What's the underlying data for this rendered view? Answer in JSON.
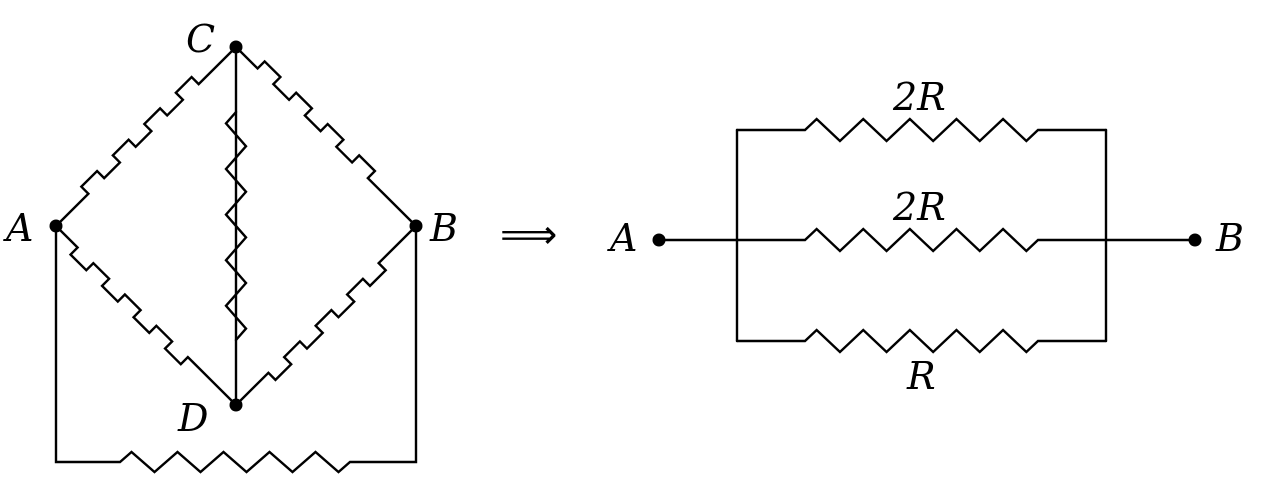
{
  "left": {
    "nodes": {
      "A": "A",
      "B": "B",
      "C": "C",
      "D": "D"
    }
  },
  "implies": "⟹",
  "right": {
    "nodes": {
      "A": "A",
      "B": "B"
    },
    "resistors": {
      "top": "2R",
      "middle": "2R",
      "bottom": "R"
    }
  },
  "colors": {
    "line": "#000000",
    "background": "#ffffff"
  }
}
